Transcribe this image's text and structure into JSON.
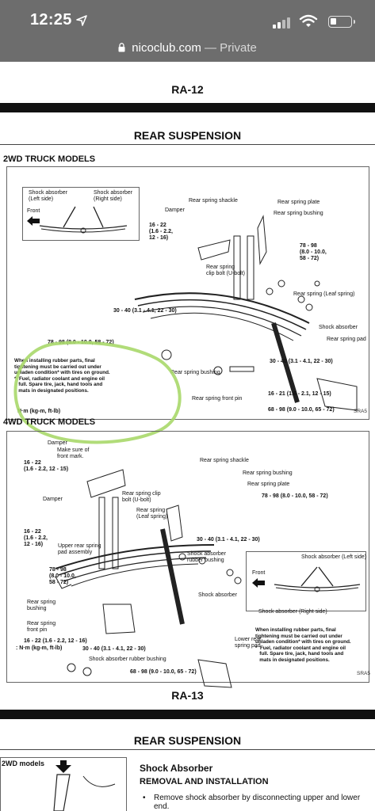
{
  "status_bar": {
    "time": "12:25"
  },
  "browser": {
    "domain": "nicoclub.com",
    "mode": "— Private"
  },
  "page_top": {
    "number": "RA-12",
    "title": "REAR SUSPENSION"
  },
  "section_2wd": {
    "heading": "2WD TRUCK MODELS",
    "inset_labels": {
      "left": "Shock absorber\n(Left side)",
      "right": "Shock absorber\n(Right side)",
      "front": "Front"
    },
    "labels": {
      "shackle": "Rear spring shackle",
      "plate": "Rear spring plate",
      "bushing_top": "Rear spring bushing",
      "damper": "Damper",
      "ubolt": "Rear spring\nclip bolt (U-bolt)",
      "leaf": "Rear spring (Leaf spring)",
      "shock": "Shock absorber",
      "pad": "Rear spring pad",
      "bushing_low": "Rear spring bushing",
      "front_pin": "Rear spring front pin"
    },
    "torques": {
      "t1": "16 - 22\n(1.6 - 2.2,\n12 - 16)",
      "t2": "78 - 98\n(8.0 - 10.0,\n58 - 72)",
      "t3": "30 - 40 (3.1 - 4.1, 22 - 30)",
      "t4": "78 - 98 (8.0 - 10.0, 58 - 72)",
      "t5": "30 - 40 (3.1 - 4.1, 22 - 30)",
      "t6": "16 - 21 (1.6 - 2.1, 12 - 15)",
      "t7": "68 - 98 (9.0 - 10.0, 65 - 72)"
    },
    "note": "When installing rubber parts, final\ntightening must be carried out under\nunladen condition* with tires on ground.\n*  Fuel, radiator coolant and engine oil\n   full. Spare tire, jack, hand tools and\n   mats in designated positions.",
    "units": "N·m (kg-m, ft-lb)",
    "code": "SRA5"
  },
  "section_4wd": {
    "heading": "4WD TRUCK MODELS",
    "labels": {
      "damper_top": "Damper",
      "front_mark": "Make sure of\nfront mark.",
      "shackle": "Rear spring shackle",
      "bushing": "Rear spring bushing",
      "plate": "Rear spring plate",
      "damper": "Damper",
      "clip": "Rear spring clip\nbolt (U-bolt)",
      "leaf": "Rear spring\n(Leaf spring)",
      "upper_pad": "Upper rear spring\npad assembly",
      "shock_bush": "Shock absorber\nrubber bushing",
      "shock": "Shock absorber",
      "spring_bushing": "Rear spring\nbushing",
      "front_pin": "Rear spring\nfront pin",
      "lower_pad": "Lower rear\nspring pad",
      "shock_bush_low": "Shock absorber rubber bushing"
    },
    "torques": {
      "t1": "16 - 22\n(1.6 - 2.2, 12 - 15)",
      "t2": "78 - 98 (8.0 - 10.0, 58 - 72)",
      "t3": "16 - 22\n(1.6 - 2.2,\n12 - 16)",
      "t4": "30 - 40 (3.1 - 4.1, 22 - 30)",
      "t5": "78 - 98\n(8.0 - 10.0,\n58 - 72)",
      "t6": "16 - 22 (1.6 - 2.2, 12 - 16)",
      "t7": "30 - 40 (3.1 - 4.1, 22 - 30)",
      "t8": "68 - 98 (9.0 - 10.0, 65 - 72)"
    },
    "inset_labels": {
      "front": "Front",
      "left": "Shock absorber (Left side)",
      "right": "Shock absorber (Right side)"
    },
    "note": "When installing rubber parts, final\ntightening must be carried out under\nunladen condition* with tires on ground.\n*  Fuel, radiator coolant and engine oil\n   full. Spare tire, jack, hand tools and\n   mats in designated positions.",
    "units": ": N·m (kg-m, ft-lb)",
    "code": "SRA5"
  },
  "page_bottom": {
    "number": "RA-13",
    "title": "REAR SUSPENSION"
  },
  "next_page": {
    "models": "2WD models",
    "heading": "Shock Absorber",
    "subheading": "REMOVAL AND INSTALLATION",
    "bullet": "Remove shock absorber by disconnecting upper and lower\nend."
  },
  "colors": {
    "annotation": "#a8d86a",
    "chrome": "#6d6d6d"
  }
}
